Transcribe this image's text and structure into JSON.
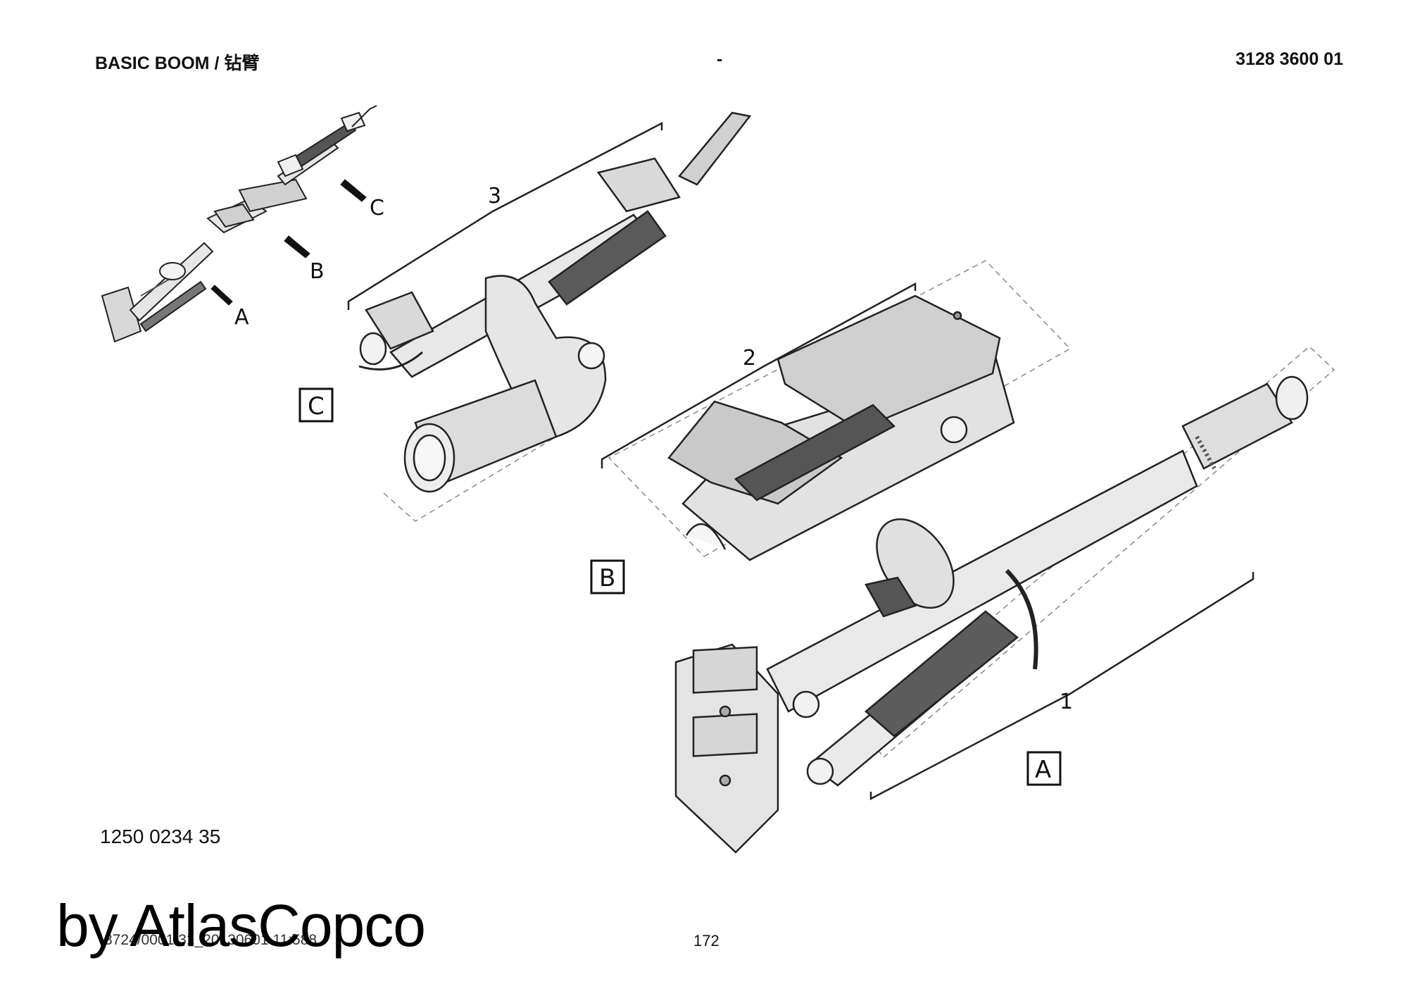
{
  "header": {
    "title": "BASIC BOOM / 钻臂",
    "separator": "-",
    "part_number": "3128 3600 01"
  },
  "drawing": {
    "overview_callouts": [
      "A",
      "B",
      "C"
    ],
    "item_numbers": [
      "1",
      "2",
      "3"
    ],
    "view_labels": [
      "A",
      "B",
      "C"
    ]
  },
  "footer": {
    "drawing_number": "1250 0234 35",
    "document_ref": "3724/0001 31_20130601 11:588",
    "page_number": "172",
    "watermark": "by AtlasCopco"
  }
}
